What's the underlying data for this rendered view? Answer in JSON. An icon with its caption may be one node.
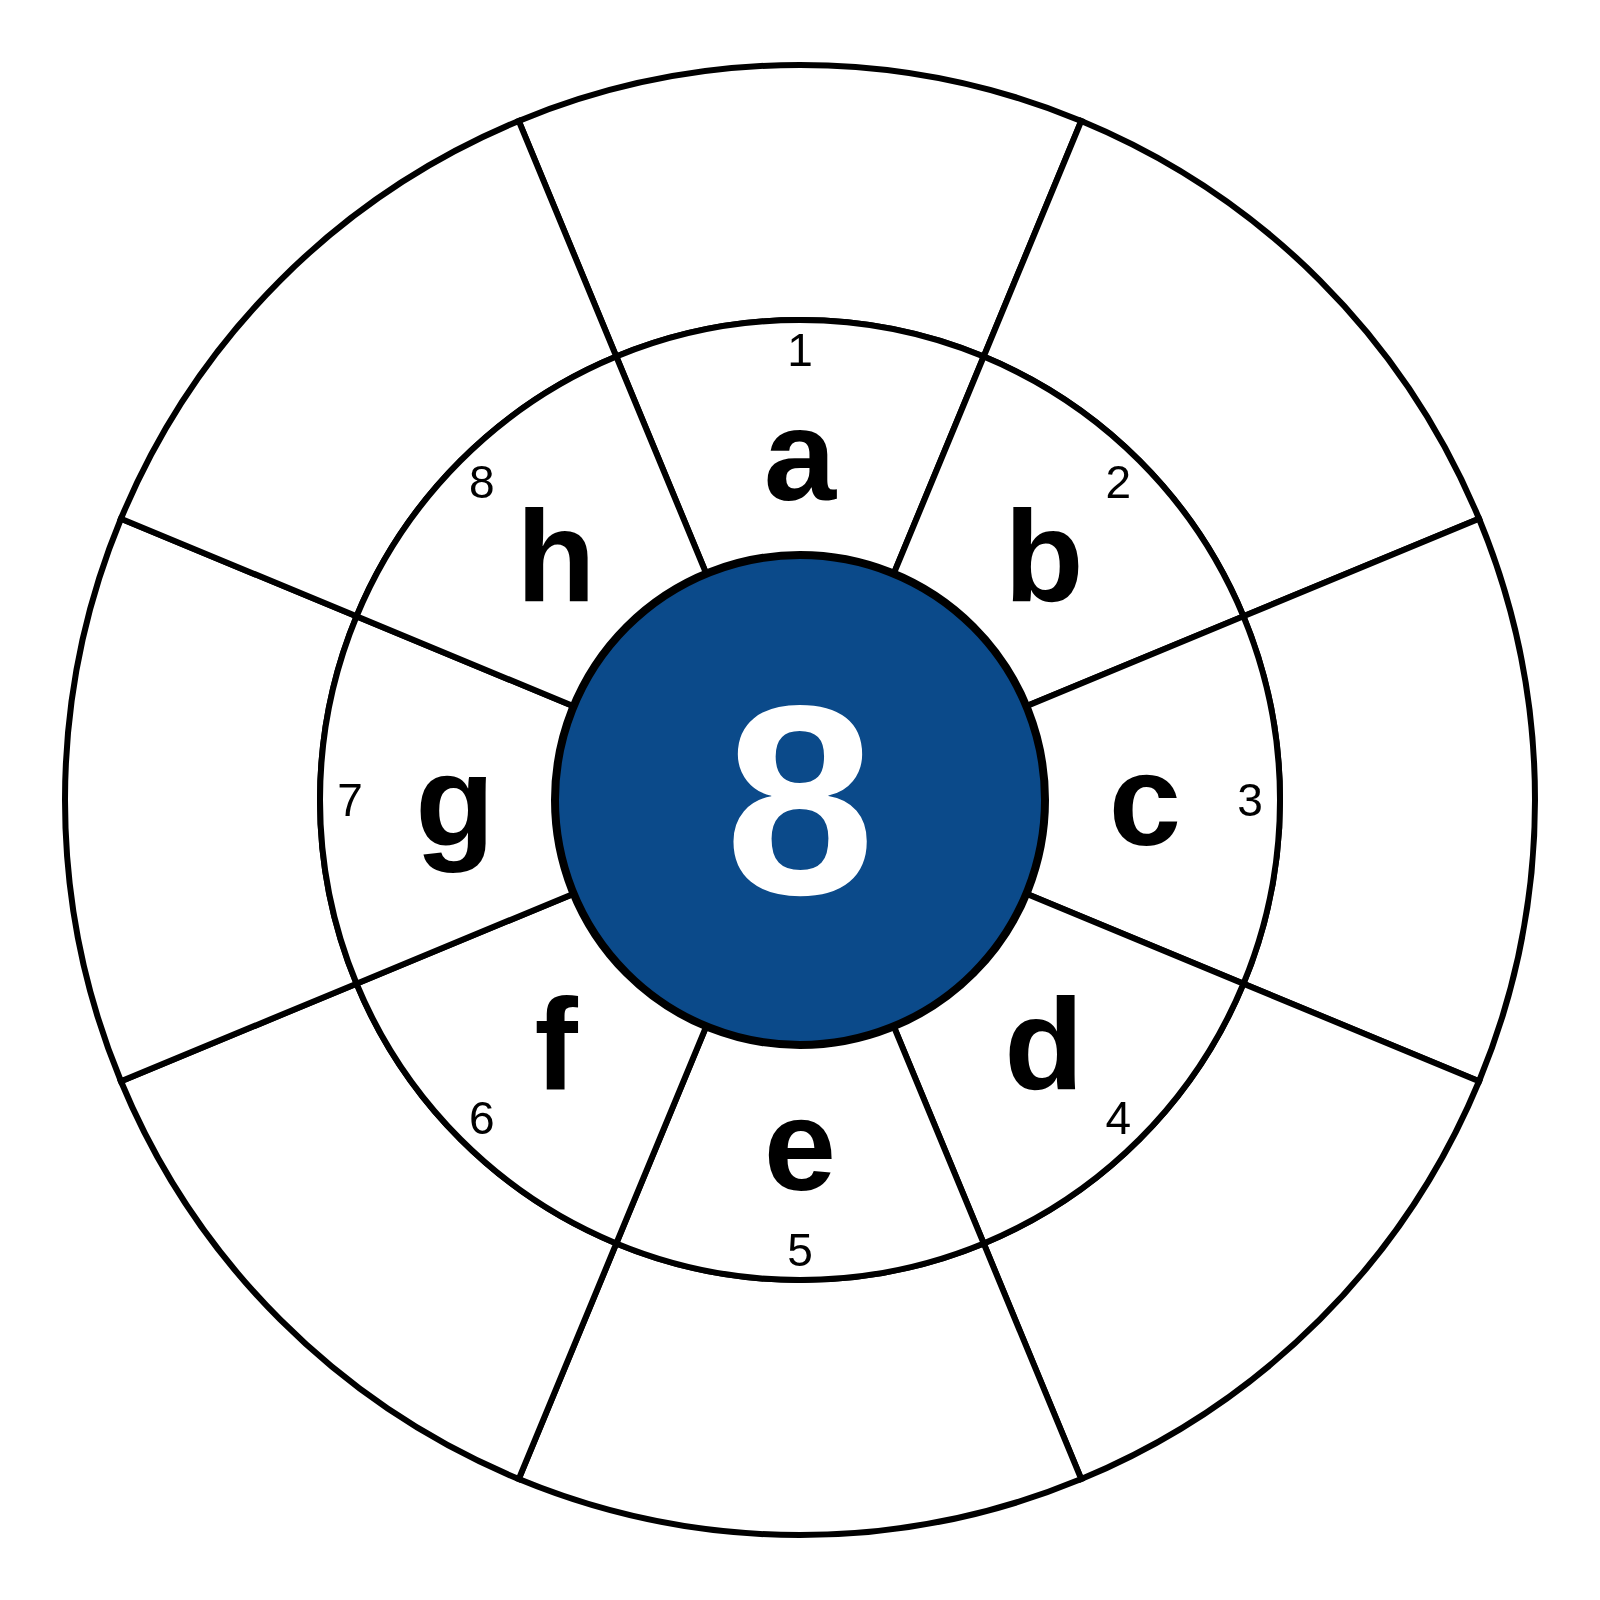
{
  "diagram": {
    "nodes": [
      {
        "text": [
          "8"
        ]
      },
      {
        "text": [
          "1",
          "a"
        ]
      },
      {
        "text": [
          "2",
          "b"
        ]
      },
      {
        "text": [
          "c",
          "3"
        ]
      },
      {
        "text": [
          "d",
          "4"
        ]
      },
      {
        "text": [
          "e",
          "5"
        ]
      },
      {
        "text": [
          "f",
          "6"
        ]
      },
      {
        "text": [
          "7",
          "g"
        ]
      },
      {
        "text": [
          "8",
          "h"
        ]
      },
      {
        "text": [],
        "shape": "box"
      },
      {
        "text": [],
        "shape": "box"
      },
      {
        "text": [],
        "shape": "box"
      },
      {
        "text": [],
        "shape": "box"
      },
      {
        "text": [],
        "shape": "box"
      },
      {
        "text": [],
        "shape": "box"
      },
      {
        "text": [],
        "shape": "box"
      },
      {
        "text": [],
        "shape": "box"
      }
    ]
  }
}
